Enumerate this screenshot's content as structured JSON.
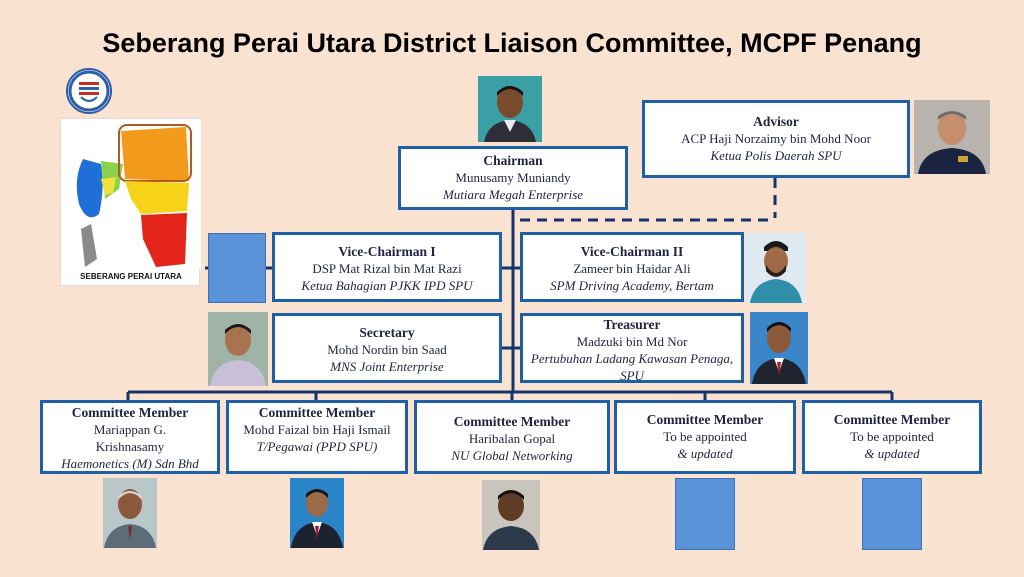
{
  "title": "Seberang Perai Utara District Liaison Committee, MCPF Penang",
  "map": {
    "label": "SEBERANG PERAI UTARA"
  },
  "advisor": {
    "role": "Advisor",
    "name": "ACP Haji Norzaimy bin Mohd Noor",
    "org": "Ketua Polis Daerah SPU"
  },
  "chairman": {
    "role": "Chairman",
    "name": "Munusamy Muniandy",
    "org": "Mutiara Megah Enterprise"
  },
  "vice1": {
    "role": "Vice-Chairman I",
    "name": "DSP Mat Rizal bin Mat Razi",
    "org": "Ketua Bahagian PJKK IPD SPU"
  },
  "vice2": {
    "role": "Vice-Chairman II",
    "name": "Zameer bin Haidar Ali",
    "org": "SPM Driving Academy, Bertam"
  },
  "secretary": {
    "role": "Secretary",
    "name": "Mohd Nordin bin Saad",
    "org": "MNS Joint Enterprise"
  },
  "treasurer": {
    "role": "Treasurer",
    "name": "Madzuki bin Md Nor",
    "org": "Pertubuhan Ladang Kawasan Penaga, SPU"
  },
  "members": [
    {
      "role": "Committee Member",
      "name": "Mariappan G. Krishnasamy",
      "org": "Haemonetics (M) Sdn Bhd"
    },
    {
      "role": "Committee Member",
      "name": "Mohd Faizal bin Haji Ismail",
      "org": "T/Pegawai (PPD SPU)"
    },
    {
      "role": "Committee Member",
      "name": "Haribalan Gopal",
      "org": "NU Global Networking"
    },
    {
      "role": "Committee Member",
      "name": "To be appointed",
      "org": "& updated"
    },
    {
      "role": "Committee Member",
      "name": "To be appointed",
      "org": "& updated"
    }
  ],
  "colors": {
    "background": "#f9e2cf",
    "box_border": "#1f5fa6",
    "line": "#17336b",
    "placeholder": "#5b93d8"
  }
}
